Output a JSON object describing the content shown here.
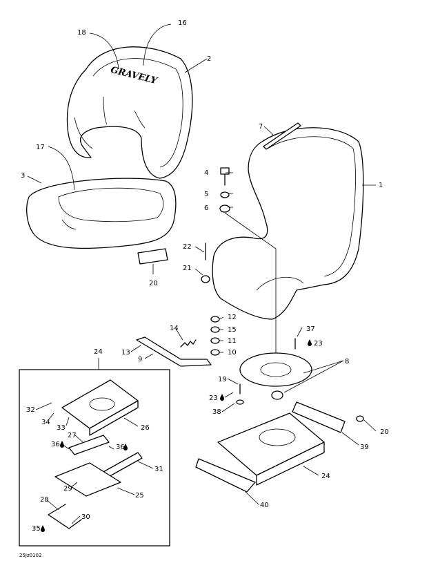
{
  "figure": {
    "code": "25Jz0102",
    "brand_text": "GRAVELY",
    "callouts": {
      "c1": "1",
      "c2": "2",
      "c3": "3",
      "c4": "4",
      "c5": "5",
      "c6": "6",
      "c7": "7",
      "c8": "8",
      "c9": "9",
      "c10": "10",
      "c11": "11",
      "c12": "12",
      "c13": "13",
      "c14": "14",
      "c15": "15",
      "c16": "16",
      "c17": "17",
      "c18": "18",
      "c19": "19",
      "c20a": "20",
      "c20b": "20",
      "c21": "21",
      "c22": "22",
      "c23a": "23",
      "c23b": "23",
      "c24a": "24",
      "c24b": "24",
      "c25": "25",
      "c26": "26",
      "c27": "27",
      "c28": "28",
      "c29": "29",
      "c30": "30",
      "c31": "31",
      "c32": "32",
      "c33": "33",
      "c34": "34",
      "c35": "35",
      "c36a": "36",
      "c36b": "36",
      "c37": "37",
      "c38": "38",
      "c39": "39",
      "c40": "40"
    }
  }
}
